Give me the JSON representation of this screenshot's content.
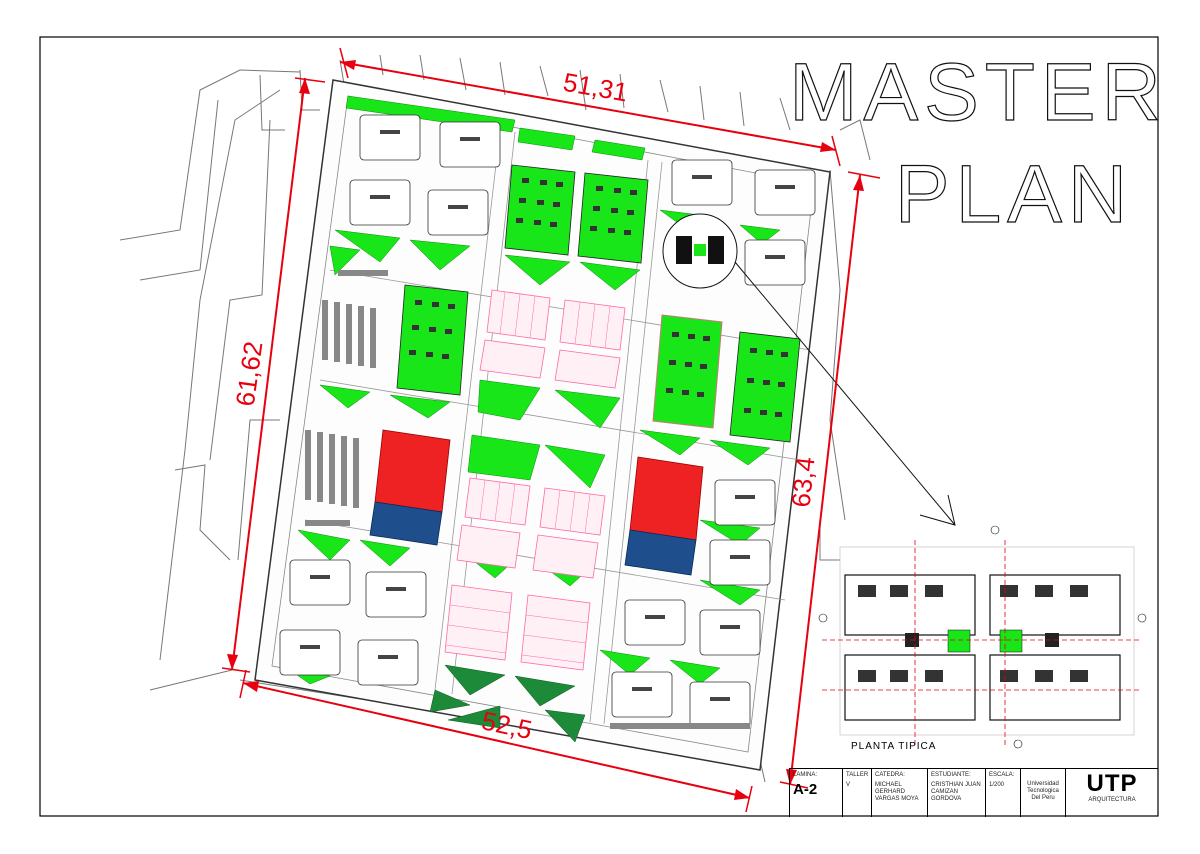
{
  "title": {
    "line1": "MASTER",
    "line2": "PLAN"
  },
  "dimensions": {
    "top": "51,31",
    "left": "61,62",
    "right": "63,4",
    "bottom": "52,5"
  },
  "detail": {
    "caption": "PLANTA TIPICA"
  },
  "titleblock": {
    "lamina_label": "LAMINA:",
    "lamina_value": "A-2",
    "taller_label": "TALLER",
    "taller_value": "V",
    "catedra_label": "CATEDRA:",
    "catedra_value": "MICHAEL GERHARD VARGAS MOYA",
    "estudiante_label": "ESTUDIANTE:",
    "estudiante_value": "CRISTHIAN JUAN CAMIZAN GORDOVA",
    "escala_label": "ESCALA:",
    "escala_value": "1/200",
    "university": "Universidad Tecnologica Del Peru",
    "logo": "UTP",
    "faculty": "ARQUITECTURA"
  },
  "colors": {
    "dimension": "#e8000e",
    "green": "#19e619",
    "red": "#ee2222",
    "blue": "#1f4e8c",
    "pink": "#ff6aa8"
  }
}
